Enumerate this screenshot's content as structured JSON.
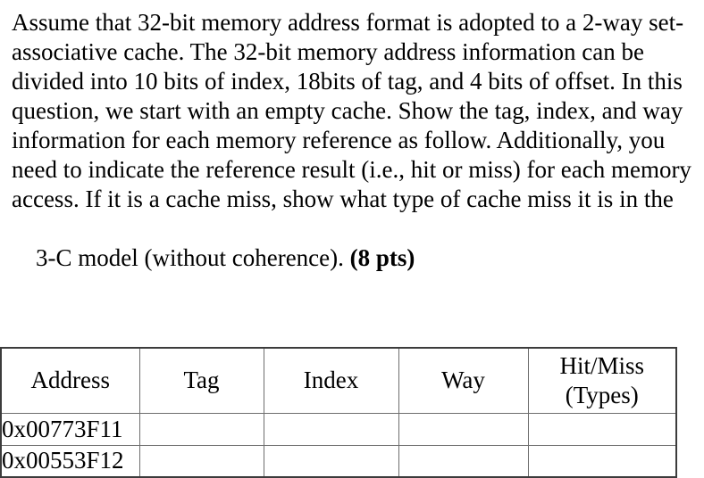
{
  "question": {
    "lines": [
      "Assume that 32-bit memory address format is adopted to a 2-way set-",
      "associative cache. The 32-bit memory address information can be",
      "divided into 10 bits of index, 18bits of tag, and 4 bits of offset. In this",
      "question, we start with an empty cache. Show the tag, index, and way",
      "information for each memory reference as follow. Additionally, you",
      "need to indicate the reference result (i.e., hit or miss) for each memory",
      "access. If it is a cache miss, show what type of cache miss it is in the"
    ],
    "last_line_text": "3-C model (without coherence). ",
    "points_label": "(8 pts)"
  },
  "table": {
    "headers": [
      "Address",
      "Tag",
      "Index",
      "Way",
      "Hit/Miss\n(Types)"
    ],
    "rows": [
      {
        "address": "0x00773F11",
        "tag": "",
        "index": "",
        "way": "",
        "hit_miss": ""
      },
      {
        "address": "0x00553F12",
        "tag": "",
        "index": "",
        "way": "",
        "hit_miss": ""
      }
    ]
  },
  "colors": {
    "text": "#000000",
    "background": "#ffffff",
    "table_border_outer": "#3c3c3c",
    "table_border_inner": "#6e6e6e"
  }
}
